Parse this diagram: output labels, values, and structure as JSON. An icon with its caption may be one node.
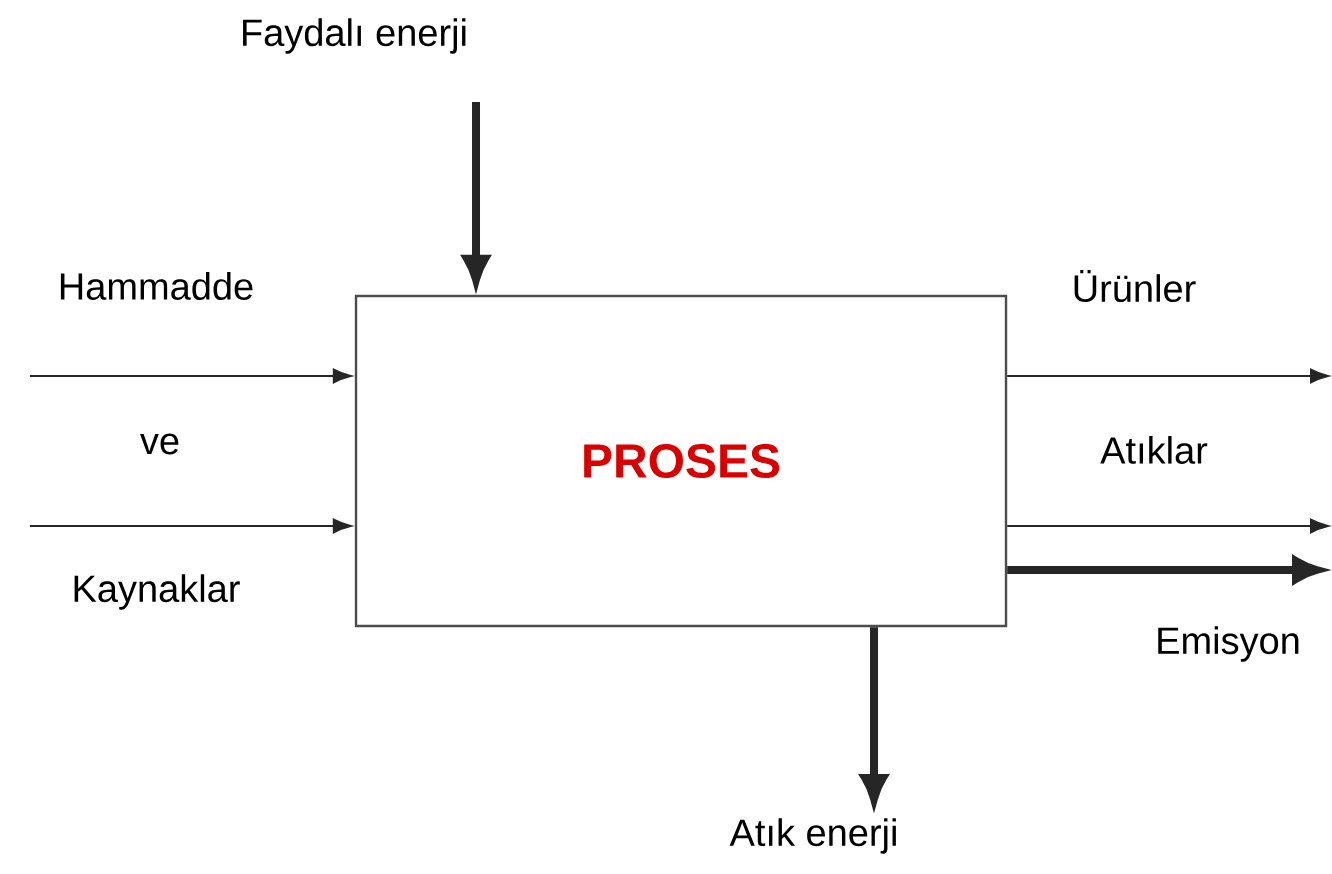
{
  "diagram": {
    "nodes": [
      {
        "text": [
          "PROSES"
        ]
      },
      {
        "text": [
          "Faydalı enerji"
        ]
      },
      {
        "text": [
          "Atık enerji"
        ]
      }
    ],
    "edges": [
      {
        "from": null,
        "to": 0,
        "arrow": "to"
      },
      {
        "from": null,
        "to": 0,
        "arrow": "to"
      },
      {
        "from": 1,
        "to": 0,
        "arrow": "to",
        "style": "thick"
      },
      {
        "from": 0,
        "to": null,
        "arrow": "to",
        "label": "Ürünler"
      },
      {
        "from": 0,
        "to": null,
        "arrow": "to",
        "label": "Atıklar"
      },
      {
        "from": 0,
        "to": null,
        "arrow": "to",
        "label": "Emisyon",
        "style": "thick"
      },
      {
        "from": 0,
        "to": 2,
        "arrow": "to",
        "style": "thick"
      }
    ],
    "labels": [
      "Hammadde",
      "ve",
      "Kaynaklar"
    ]
  }
}
